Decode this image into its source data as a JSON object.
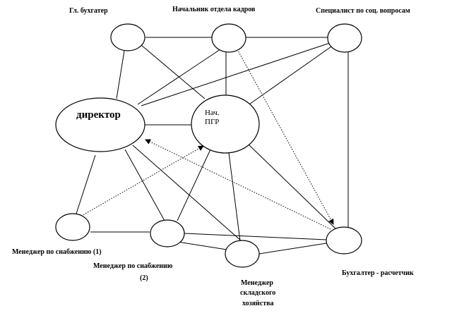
{
  "labels": {
    "chief_accountant": "Гл. бухгатер",
    "hr_head": "Начальник отдела кадров",
    "social_specialist": "Специалист по соц. вопросам",
    "director": "директор",
    "pgr_head_line1": "Нач.",
    "pgr_head_line2": "ПГР",
    "supply_manager_1": "Менеджер по снабжению (1)",
    "supply_manager_2_line1": "Менеджер по снабжению",
    "supply_manager_2_line2": "(2)",
    "warehouse_manager_line1": "Менеджер",
    "warehouse_manager_line2": "складского",
    "warehouse_manager_line3": "хозяйства",
    "payroll_accountant": "Бухгалтер  - расчетчик"
  }
}
